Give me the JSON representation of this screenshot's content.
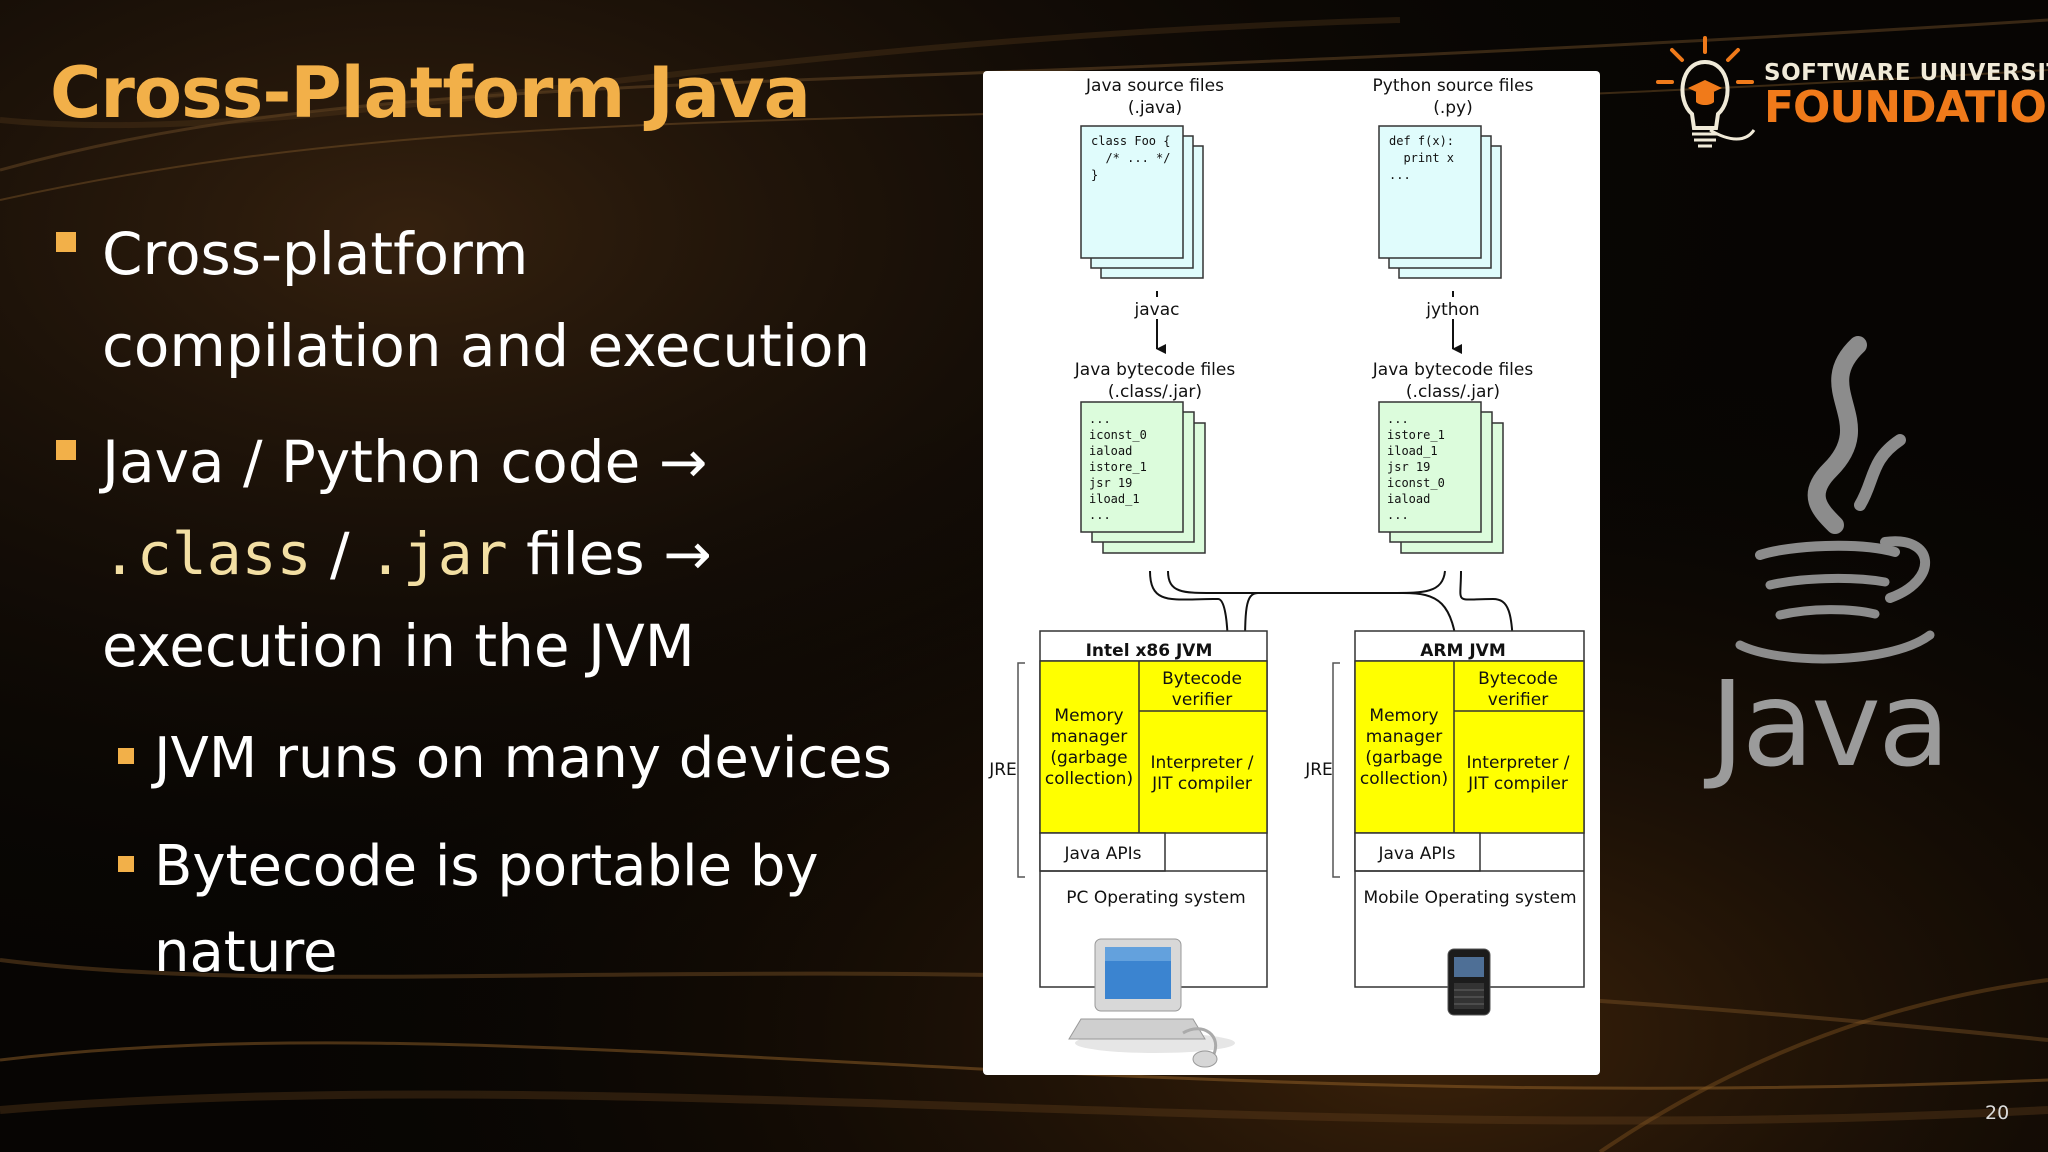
{
  "slide": {
    "title": "Cross-Platform Java",
    "page_number": "20",
    "accent_color": "#f2b049"
  },
  "bullets": {
    "b1_line1": "Cross-platform",
    "b1_line2": "compilation and execution",
    "b2_part1": "Java / Python code",
    "b2_code1": ".class",
    "b2_sep": "/",
    "b2_code2": ".jar",
    "b2_part2": "files",
    "b2_line3": "execution in the JVM",
    "arrow": "→",
    "sub1": "JVM runs on many devices",
    "sub2_line1": "Bytecode is portable by",
    "sub2_line2": "nature"
  },
  "diagram": {
    "java_src_line1": "Java source files",
    "java_src_line2": "(.java)",
    "py_src_line1": "Python source files",
    "py_src_line2": "(.py)",
    "java_code_1": "class Foo {",
    "java_code_2": "  /* ... */",
    "java_code_3": "}",
    "py_code_1": "def f(x):",
    "py_code_2": "  print x",
    "py_code_3": "...",
    "javac": "javac",
    "jython": "jython",
    "java_bc_line1": "Java bytecode files",
    "java_bc_line2": "(.class/.jar)",
    "py_bc_line1": "Java bytecode files",
    "py_bc_line2": "(.class/.jar)",
    "java_bc_1": "...",
    "java_bc_2": "iconst_0",
    "java_bc_3": "iaload",
    "java_bc_4": "istore_1",
    "java_bc_5": "jsr 19",
    "java_bc_6": "iload_1",
    "java_bc_7": "...",
    "py_bc_1": "...",
    "py_bc_2": "istore_1",
    "py_bc_3": "iload_1",
    "py_bc_4": "jsr 19",
    "py_bc_5": "iconst_0",
    "py_bc_6": "iaload",
    "py_bc_7": "...",
    "intel_jvm": "Intel x86 JVM",
    "arm_jvm": "ARM JVM",
    "verifier_line1": "Bytecode",
    "verifier_line2": "verifier",
    "mem_line1": "Memory",
    "mem_line2": "manager",
    "mem_line3": "(garbage",
    "mem_line4": "collection)",
    "interp_line1": "Interpreter /",
    "interp_line2": "JIT compiler",
    "jre": "JRE",
    "java_apis": "Java APIs",
    "pc_os": "PC Operating system",
    "mobile_os": "Mobile Operating system"
  },
  "logos": {
    "suf_top": "SOFTWARE UNIVERSITY",
    "suf_bottom": "FOUNDATION",
    "java_word": "Java",
    "java_tm": "™"
  },
  "colors": {
    "jvm_yellow": "#ffff00",
    "source_cyan": "#e0fcfc",
    "bytecode_green": "#dcfcdc",
    "suf_orange": "#f07a1a"
  }
}
